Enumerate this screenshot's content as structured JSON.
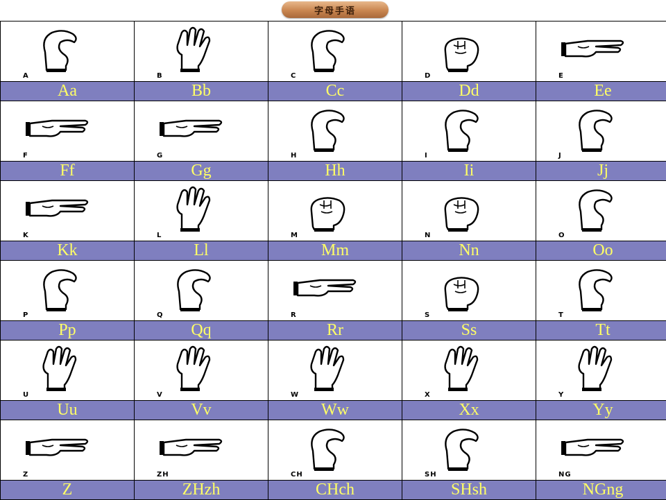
{
  "header": {
    "title": "字母手语"
  },
  "rows": [
    {
      "cells": [
        {
          "mark": "A",
          "label": "Aa",
          "icon": "thumb-up-fist-hand-icon"
        },
        {
          "mark": "B",
          "label": "Bb",
          "icon": "flat-palm-hand-icon"
        },
        {
          "mark": "C",
          "label": "Cc",
          "icon": "c-curve-hand-icon"
        },
        {
          "mark": "D",
          "label": "Dd",
          "icon": "closed-fist-hand-icon"
        },
        {
          "mark": "E",
          "label": "Ee",
          "icon": "flat-side-hand-icon"
        }
      ]
    },
    {
      "cells": [
        {
          "mark": "F",
          "label": "Ff",
          "icon": "two-finger-point-side-hand-icon"
        },
        {
          "mark": "G",
          "label": "Gg",
          "icon": "index-point-side-hand-icon"
        },
        {
          "mark": "H",
          "label": "Hh",
          "icon": "two-fingers-up-hand-icon"
        },
        {
          "mark": "I",
          "label": "Ii",
          "icon": "index-up-hand-icon"
        },
        {
          "mark": "J",
          "label": "Jj",
          "icon": "bent-index-up-hand-icon"
        }
      ]
    },
    {
      "cells": [
        {
          "mark": "K",
          "label": "Kk",
          "icon": "index-thumb-side-hand-icon"
        },
        {
          "mark": "L",
          "label": "Ll",
          "icon": "l-shape-hand-icon"
        },
        {
          "mark": "M",
          "label": "Mm",
          "icon": "three-fingers-down-hand-icon"
        },
        {
          "mark": "N",
          "label": "Nn",
          "icon": "two-fingers-down-hand-icon"
        },
        {
          "mark": "O",
          "label": "Oo",
          "icon": "o-circle-hand-icon"
        }
      ]
    },
    {
      "cells": [
        {
          "mark": "P",
          "label": "Pp",
          "icon": "p-down-hand-icon"
        },
        {
          "mark": "Q",
          "label": "Qq",
          "icon": "q-pinch-hand-icon"
        },
        {
          "mark": "R",
          "label": "Rr",
          "icon": "index-point-right-hand-icon"
        },
        {
          "mark": "S",
          "label": "Ss",
          "icon": "s-fist-hand-icon"
        },
        {
          "mark": "T",
          "label": "Tt",
          "icon": "t-thumb-hand-icon"
        }
      ]
    },
    {
      "cells": [
        {
          "mark": "U",
          "label": "Uu",
          "icon": "u-palm-hand-icon"
        },
        {
          "mark": "V",
          "label": "Vv",
          "icon": "v-peace-hand-icon"
        },
        {
          "mark": "W",
          "label": "Ww",
          "icon": "w-three-fingers-hand-icon"
        },
        {
          "mark": "X",
          "label": "Xx",
          "icon": "crossed-fingers-hand-icon"
        },
        {
          "mark": "Y",
          "label": "Yy",
          "icon": "y-shaka-hand-icon"
        }
      ]
    },
    {
      "cells": [
        {
          "mark": "Z",
          "label": "Z",
          "icon": "z-horn-side-hand-icon"
        },
        {
          "mark": "ZH",
          "label": "ZHzh",
          "icon": "zh-side-hand-icon"
        },
        {
          "mark": "CH",
          "label": "CHch",
          "icon": "ch-curve-hand-icon"
        },
        {
          "mark": "SH",
          "label": "SHsh",
          "icon": "sh-pinch-hand-icon"
        },
        {
          "mark": "NG",
          "label": "NGng",
          "icon": "ng-flat-side-hand-icon"
        }
      ]
    }
  ]
}
